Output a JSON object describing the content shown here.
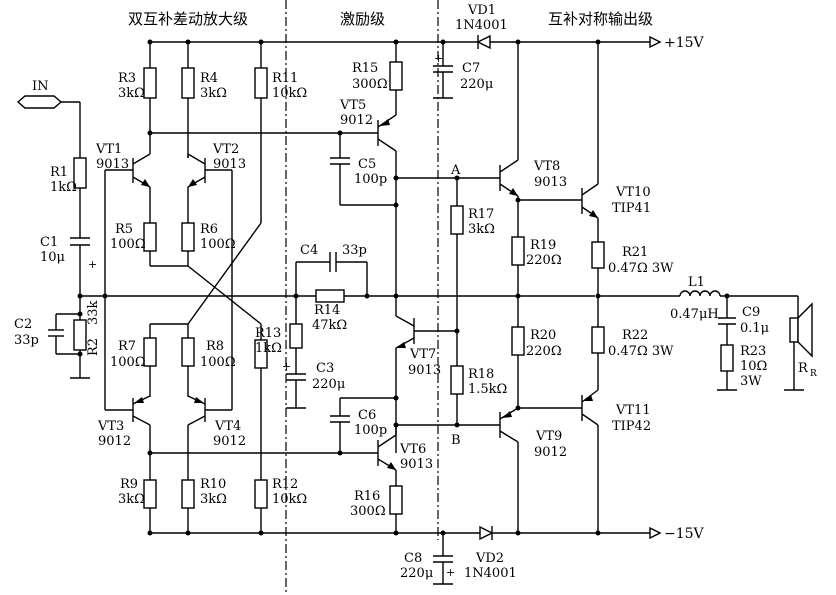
{
  "sections": {
    "diff": "双互补差动放大级",
    "driver": "激励级",
    "output": "互补对称输出级"
  },
  "rails": {
    "pos": "+15V",
    "neg": "−15V"
  },
  "input": "IN",
  "nodes": {
    "a": "A",
    "b": "B"
  },
  "components": {
    "R1": [
      "R1",
      "1kΩ"
    ],
    "C1": [
      "C1",
      "10μ"
    ],
    "C2": [
      "C2",
      "33p"
    ],
    "R2": [
      "R2",
      "33k"
    ],
    "R3": [
      "R3",
      "3kΩ"
    ],
    "R4": [
      "R4",
      "3kΩ"
    ],
    "R11": [
      "R11",
      "10kΩ"
    ],
    "VT1": [
      "VT1",
      "9013"
    ],
    "VT2": [
      "VT2",
      "9013"
    ],
    "R5": [
      "R5",
      "100Ω"
    ],
    "R6": [
      "R6",
      "100Ω"
    ],
    "R7": [
      "R7",
      "100Ω"
    ],
    "R8": [
      "R8",
      "100Ω"
    ],
    "R13": [
      "R13",
      "1kΩ"
    ],
    "VT3": [
      "VT3",
      "9012"
    ],
    "VT4": [
      "VT4",
      "9012"
    ],
    "R9": [
      "R9",
      "3kΩ"
    ],
    "R10": [
      "R10",
      "3kΩ"
    ],
    "R12": [
      "R12",
      "10kΩ"
    ],
    "R15": [
      "R15",
      "300Ω"
    ],
    "VT5": [
      "VT5",
      "9012"
    ],
    "C5": [
      "C5",
      "100p"
    ],
    "C4": [
      "C4",
      "33p"
    ],
    "R14": [
      "R14",
      "47kΩ"
    ],
    "C3": [
      "C3",
      "220μ"
    ],
    "VT7": [
      "VT7",
      "9013"
    ],
    "C6": [
      "C6",
      "100p"
    ],
    "VT6": [
      "VT6",
      "9013"
    ],
    "R16": [
      "R16",
      "300Ω"
    ],
    "VD1": [
      "VD1",
      "1N4001"
    ],
    "C7": [
      "C7",
      "220μ"
    ],
    "R17": [
      "R17",
      "3kΩ"
    ],
    "R18": [
      "R18",
      "1.5kΩ"
    ],
    "C8": [
      "C8",
      "220μ"
    ],
    "VD2": [
      "VD2",
      "1N4001"
    ],
    "VT8": [
      "VT8",
      "9013"
    ],
    "VT9": [
      "VT9",
      "9012"
    ],
    "R19": [
      "R19",
      "220Ω"
    ],
    "R20": [
      "R20",
      "220Ω"
    ],
    "VT10": [
      "VT10",
      "TIP41"
    ],
    "VT11": [
      "VT11",
      "TIP42"
    ],
    "R21": [
      "R21",
      "0.47Ω 3W"
    ],
    "R22": [
      "R22",
      "0.47Ω 3W"
    ],
    "L1": [
      "L1",
      "0.47μH"
    ],
    "C9": [
      "C9",
      "0.1μ"
    ],
    "R23": [
      "R23",
      "10Ω",
      "3W"
    ],
    "RL": [
      "R",
      "R"
    ]
  }
}
